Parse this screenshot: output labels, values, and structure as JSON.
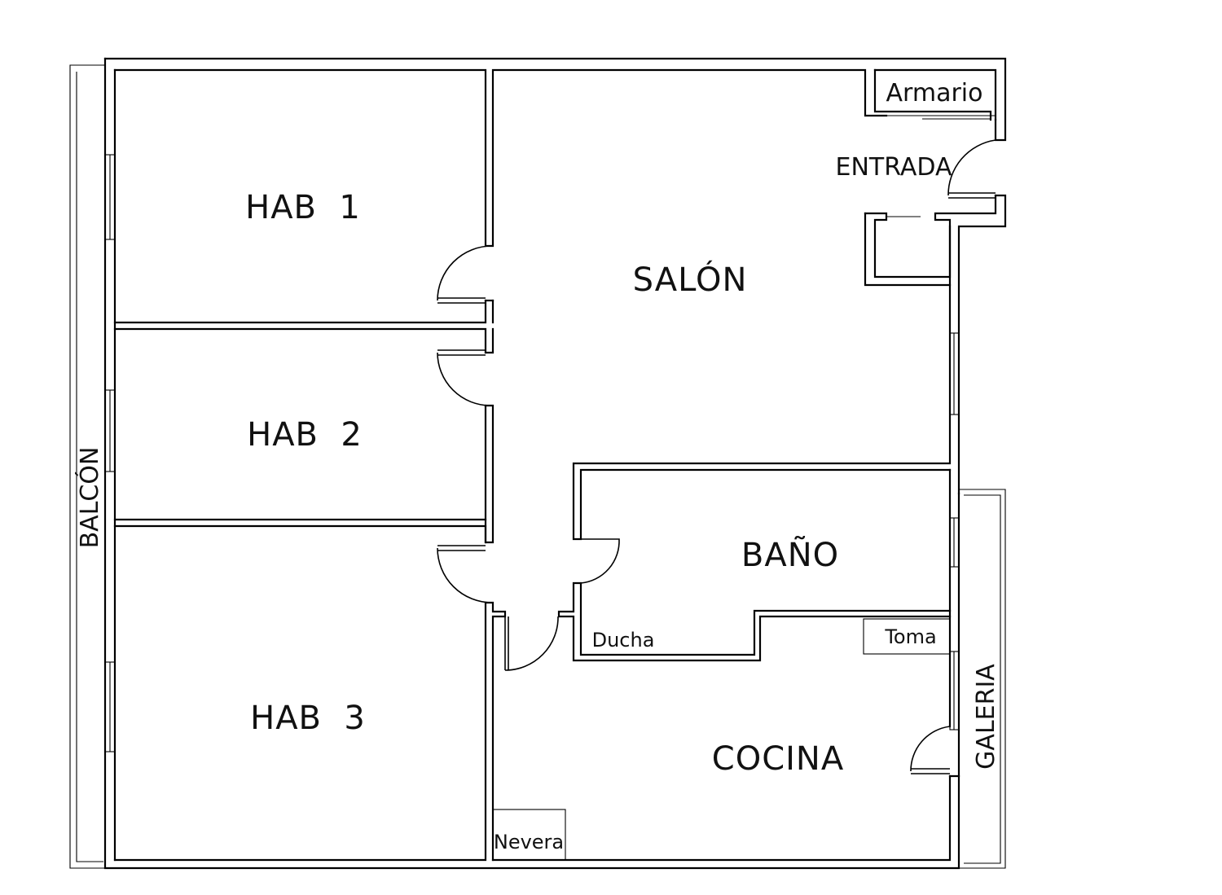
{
  "rooms": {
    "hab1": "HAB  1",
    "hab2": "HAB  2",
    "hab3": "HAB  3",
    "salon": "SALÓN",
    "bano": "BAÑO",
    "cocina": "COCINA",
    "entrada": "ENTRADA",
    "armario": "Armario",
    "balcon": "BALCÓN",
    "galeria": "GALERIA",
    "ducha": "Ducha",
    "toma": "Toma",
    "nevera": "Nevera"
  }
}
